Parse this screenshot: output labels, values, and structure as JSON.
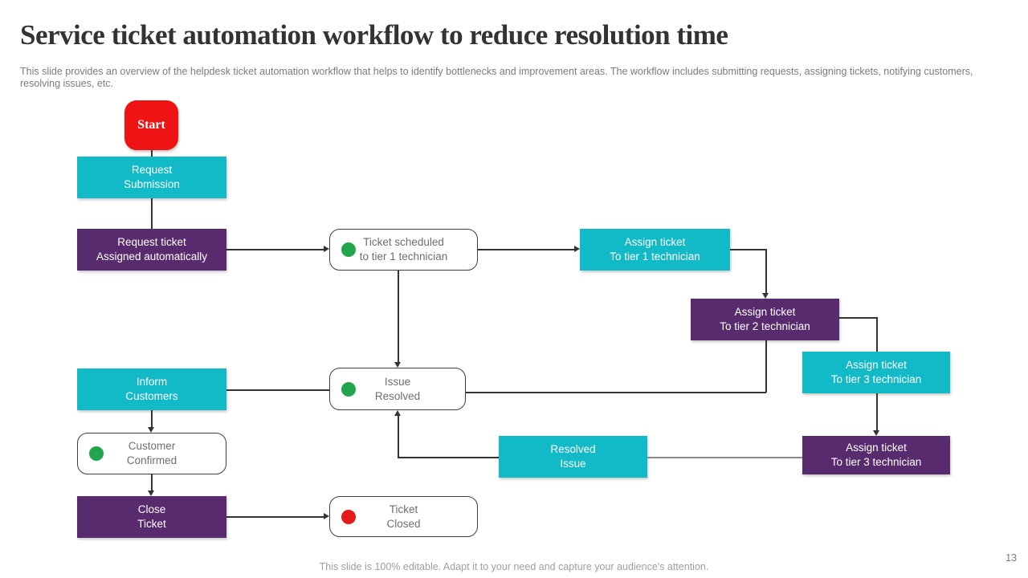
{
  "slide": {
    "title": "Service ticket automation workflow to reduce resolution time",
    "subtitle": "This slide provides an overview of the helpdesk ticket automation workflow that helps to identify bottlenecks and improvement areas. The workflow includes submitting requests, assigning tickets, notifying customers, resolving issues, etc.",
    "footer": "This slide is 100% editable. Adapt it to your need and capture your audience's attention.",
    "page_number": "13"
  },
  "colors": {
    "teal": "#12b9c6",
    "purple": "#582a6e",
    "start_red": "#ee1414",
    "green_dot": "#21a54d",
    "red_dot": "#e41b1b",
    "connector": "#333333",
    "connector_light": "#8a8a8a",
    "box_border": "#404040",
    "white_box_text": "#6e6e6e",
    "title_text": "#333333",
    "subtitle_text": "#7b7b7b",
    "footer_text": "#9e9e9e"
  },
  "nodes": {
    "start": {
      "label": "Start"
    },
    "request_submission": {
      "line1": "Request",
      "line2": "Submission"
    },
    "request_ticket": {
      "line1": "Request ticket",
      "line2": "Assigned automatically"
    },
    "ticket_scheduled": {
      "line1": "Ticket scheduled",
      "line2": "to tier 1 technician"
    },
    "assign_tier1": {
      "line1": "Assign ticket",
      "line2": "To tier 1 technician"
    },
    "assign_tier2": {
      "line1": "Assign ticket",
      "line2": "To tier 2 technician"
    },
    "assign_tier3_teal": {
      "line1": "Assign ticket",
      "line2": "To tier 3 technician"
    },
    "inform_customers": {
      "line1": "Inform",
      "line2": "Customers"
    },
    "issue_resolved": {
      "line1": "Issue",
      "line2": "Resolved"
    },
    "customer_confirmed": {
      "line1": "Customer",
      "line2": "Confirmed"
    },
    "resolved_issue": {
      "line1": "Resolved",
      "line2": "Issue"
    },
    "assign_tier3_purple": {
      "line1": "Assign ticket",
      "line2": "To tier 3 technician"
    },
    "close_ticket": {
      "line1": "Close",
      "line2": "Ticket"
    },
    "ticket_closed": {
      "line1": "Ticket",
      "line2": "Closed"
    }
  }
}
